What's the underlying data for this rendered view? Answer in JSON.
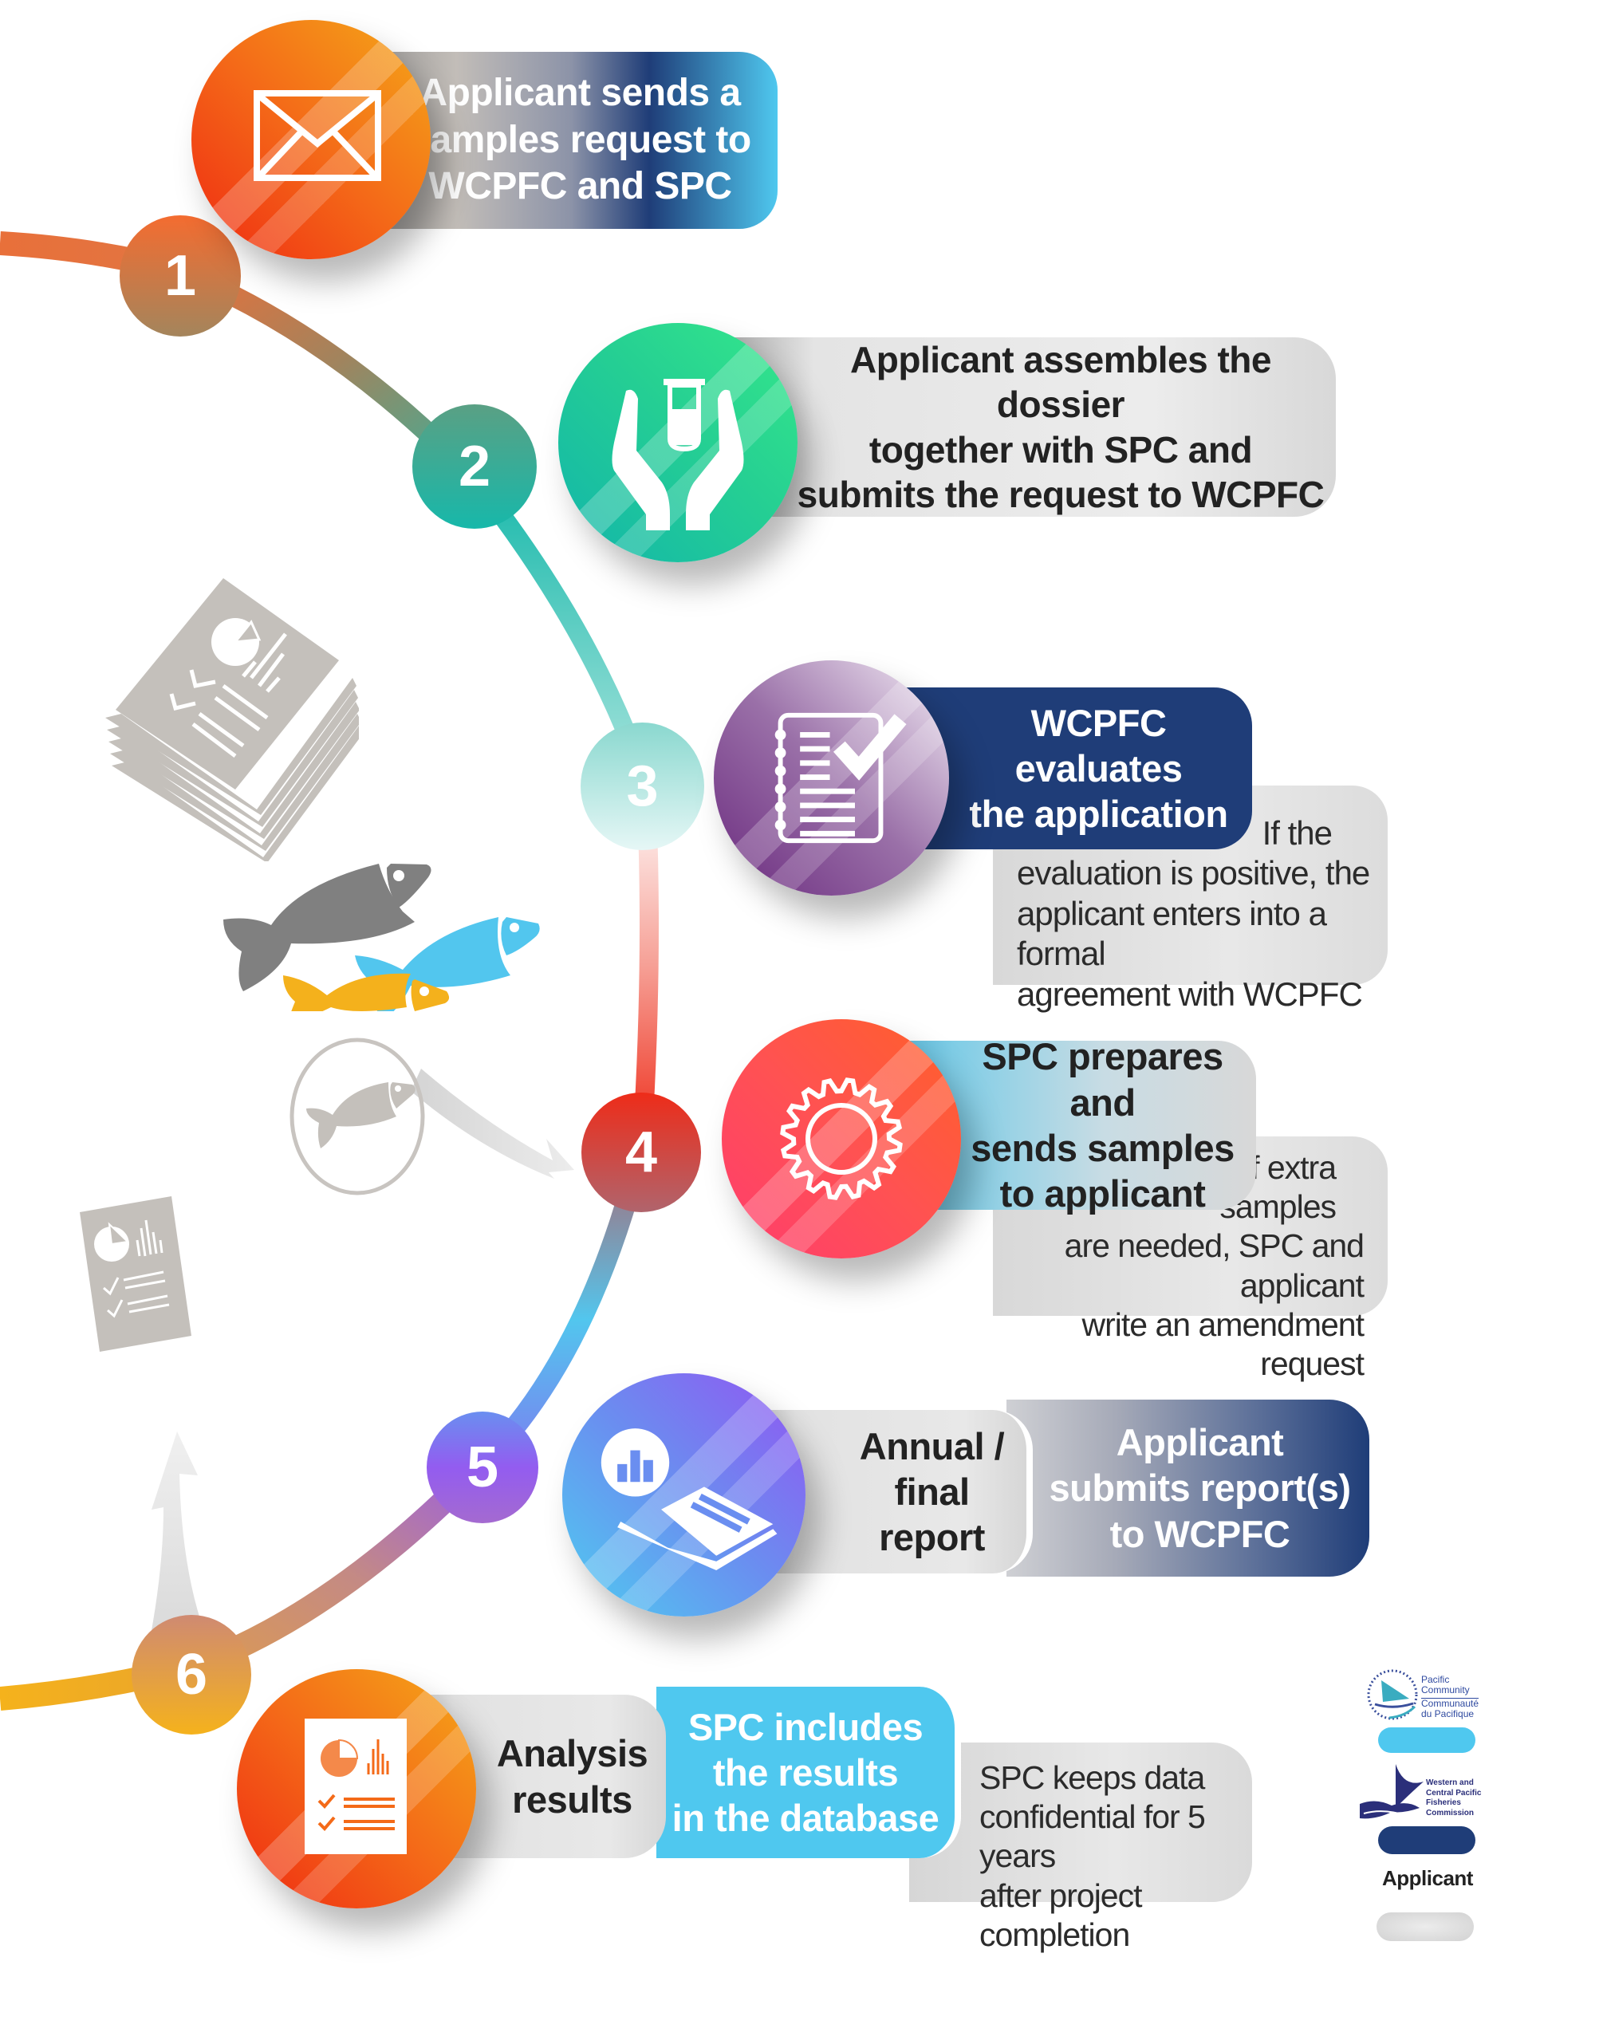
{
  "steps": [
    {
      "number": "1",
      "icon": "envelope-icon",
      "title": "Applicant sends a samples request to WCPFC and SPC",
      "title_lines": [
        "Applicant sends a",
        "samples request to",
        "WCPFC and SPC"
      ]
    },
    {
      "number": "2",
      "icon": "hands-test-tube-icon",
      "title_lines": [
        "Applicant assembles the dossier",
        "together with SPC and",
        "submits the request to WCPFC"
      ]
    },
    {
      "number": "3",
      "icon": "checklist-notebook-icon",
      "title_lines": [
        "WCPFC evaluates",
        "the application"
      ],
      "note_lines": [
        "If the",
        "evaluation is positive, the",
        "applicant enters into a formal",
        "agreement with WCPFC"
      ]
    },
    {
      "number": "4",
      "icon": "gear-icon",
      "title_lines": [
        "SPC prepares and",
        "sends samples",
        "to applicant"
      ],
      "note_lines": [
        "If extra",
        "samples",
        "are needed,  SPC and applicant",
        "write an amendment request"
      ]
    },
    {
      "number": "5",
      "icon": "report-chart-icon",
      "label_lines": [
        "Annual /",
        "final report"
      ],
      "title_lines": [
        "Applicant",
        "submits report(s)",
        "to WCPFC"
      ]
    },
    {
      "number": "6",
      "icon": "analysis-document-icon",
      "label_lines": [
        "Analysis",
        "results"
      ],
      "title_lines": [
        "SPC includes",
        "the results",
        "in the database"
      ],
      "note_lines": [
        "SPC keeps data",
        "confidential for 5 years",
        "after project completion"
      ]
    }
  ],
  "legend": {
    "spc": {
      "line1": "Pacific",
      "line2": "Community",
      "line3": "Communauté",
      "line4": "du Pacifique",
      "color": "#4fc8ef"
    },
    "wcpfc": {
      "line1": "Western and",
      "line2": "Central Pacific",
      "line3": "Fisheries",
      "line4": "Commission",
      "color": "#1f3d78"
    },
    "applicant": {
      "label": "Applicant",
      "color": "#d9d9d9"
    }
  },
  "colors": {
    "navy": "#1f3d78",
    "sky": "#4fc8ef",
    "grey": "#dcdcdc",
    "text_dark": "#222222"
  }
}
